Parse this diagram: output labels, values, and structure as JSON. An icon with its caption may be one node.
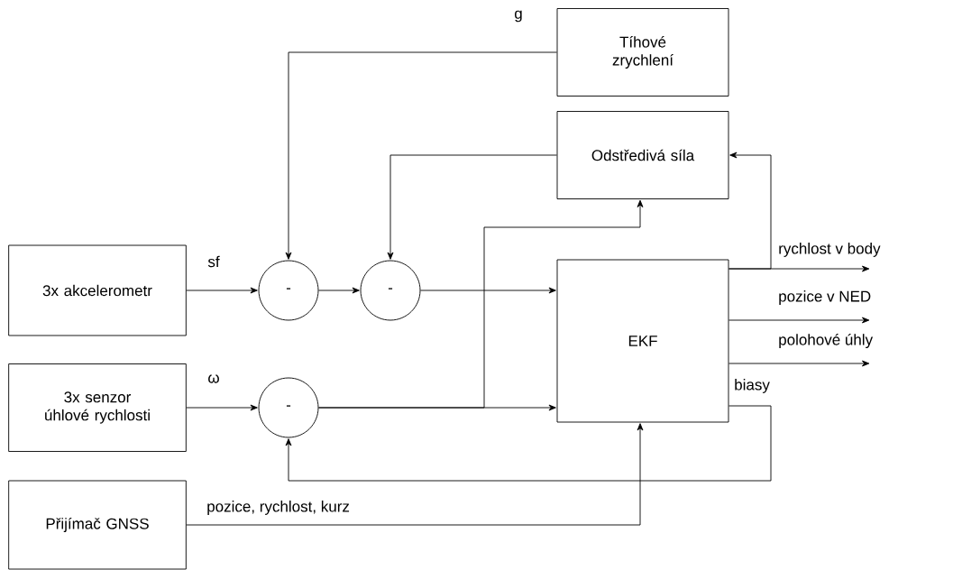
{
  "diagram": {
    "nodes": [
      {
        "text": [
          "Tíhové zrychlení"
        ]
      },
      {
        "text": [
          "Odstředivá síla"
        ]
      },
      {
        "text": [
          "3x akcelerometr"
        ]
      },
      {
        "text": [
          "-"
        ]
      },
      {
        "text": [
          "-"
        ]
      },
      {
        "text": [
          "EKF"
        ]
      },
      {
        "text": [
          "3x senzor úhlové rychlosti"
        ]
      },
      {
        "text": [
          "-"
        ]
      },
      {
        "text": [
          "Přijímač GNSS"
        ]
      }
    ],
    "edges": [
      {
        "from": 0,
        "to": 3,
        "arrow": "to",
        "label": "g"
      },
      {
        "from": 2,
        "to": 3,
        "arrow": "to",
        "label": "sf"
      },
      {
        "from": 3,
        "to": 4,
        "arrow": "to"
      },
      {
        "from": 4,
        "to": 5,
        "arrow": "to"
      },
      {
        "from": 1,
        "to": 4,
        "arrow": "to"
      },
      {
        "from": 6,
        "to": 7,
        "arrow": "to",
        "label": "ω"
      },
      {
        "from": 7,
        "to": 5,
        "arrow": "to"
      },
      {
        "from": 7,
        "to": 1,
        "arrow": "to"
      },
      {
        "from": 5,
        "to": null,
        "arrow": "to",
        "label": "rychlost v body"
      },
      {
        "from": 5,
        "to": 1,
        "arrow": "to"
      },
      {
        "from": 5,
        "to": null,
        "arrow": "to",
        "label": "pozice v NED"
      },
      {
        "from": 5,
        "to": null,
        "arrow": "to",
        "label": "polohové úhly"
      },
      {
        "from": 5,
        "to": 7,
        "arrow": "to",
        "label": "biasy"
      },
      {
        "from": 8,
        "to": 5,
        "arrow": "to",
        "label": "pozice, rychlost, kurz"
      }
    ]
  }
}
